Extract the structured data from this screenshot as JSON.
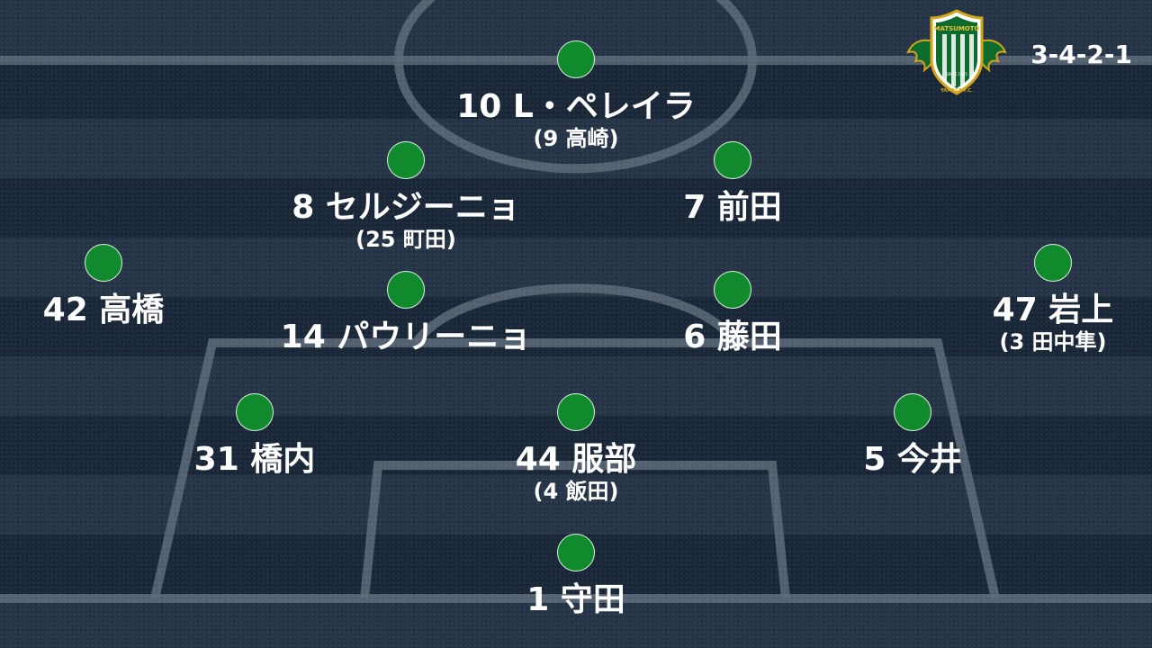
{
  "formation": "3-4-2-1",
  "crest": {
    "icon": "matsumoto-yamaga-crest-icon",
    "top_text": "MATSUMOTO",
    "bottom_text": "YAMAGA F.C.",
    "since_text": "SINCE 1965",
    "colors": {
      "green": "#0e6b2e",
      "gold": "#d4a51a",
      "white": "#ffffff"
    }
  },
  "colors": {
    "player_dot": "#118a2e",
    "text": "#ffffff",
    "pitch_dark": "#1a2738",
    "pitch_light": "#253446",
    "lines": "#5d6b7a"
  },
  "players": [
    {
      "id": "st",
      "name": "10 L・ペレイラ",
      "sub": "(9 高崎)"
    },
    {
      "id": "lam",
      "name": "8 セルジーニョ",
      "sub": "(25 町田)"
    },
    {
      "id": "ram",
      "name": "7 前田",
      "sub": ""
    },
    {
      "id": "lwb",
      "name": "42 高橋",
      "sub": ""
    },
    {
      "id": "lcm",
      "name": "14 パウリーニョ",
      "sub": ""
    },
    {
      "id": "rcm",
      "name": "6 藤田",
      "sub": ""
    },
    {
      "id": "rwb",
      "name": "47 岩上",
      "sub": "(3 田中隼)"
    },
    {
      "id": "lcb",
      "name": "31 橋内",
      "sub": ""
    },
    {
      "id": "cb",
      "name": "44 服部",
      "sub": "(4 飯田)"
    },
    {
      "id": "rcb",
      "name": "5 今井",
      "sub": ""
    },
    {
      "id": "gk",
      "name": "1 守田",
      "sub": ""
    }
  ]
}
